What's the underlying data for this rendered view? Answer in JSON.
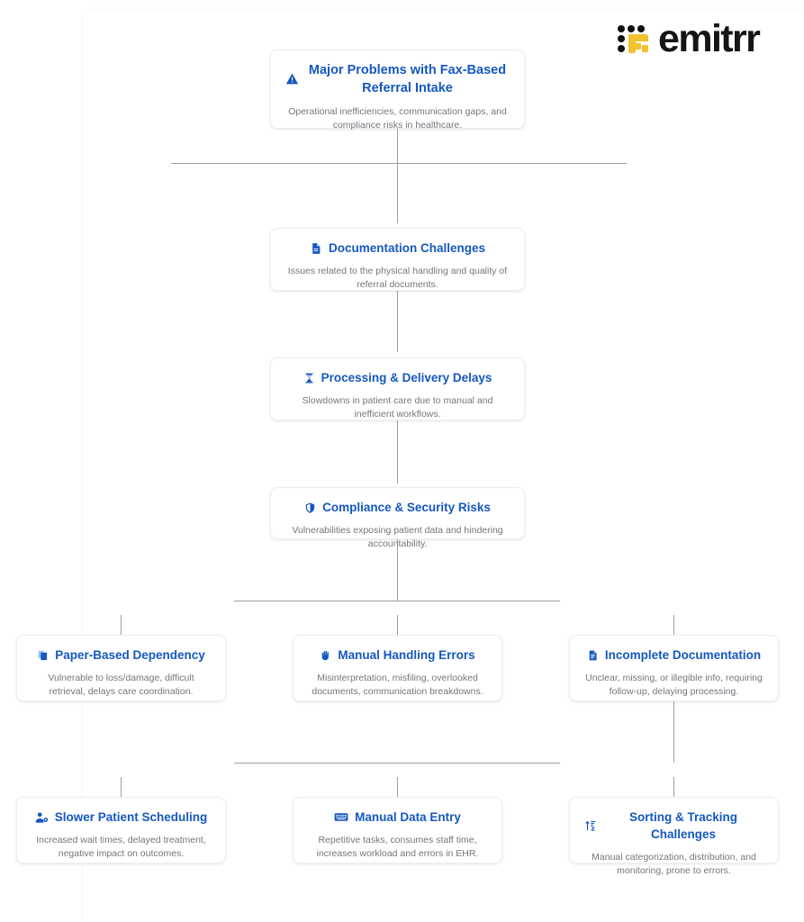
{
  "brand": {
    "name": "emitrr",
    "mark_dot_color": "#111111",
    "mark_accent_color": "#f2c230",
    "wordmark_color": "#151515"
  },
  "theme": {
    "title_color": "#1558c0",
    "desc_color": "#72777d",
    "card_bg": "#ffffff",
    "card_border": "#eceef1",
    "connector_color": "#9aa0a6",
    "page_bg": "#ffffff"
  },
  "diagram": {
    "type": "tree",
    "root": {
      "icon": "warning-triangle-icon",
      "title": "Major Problems with Fax-Based Referral Intake",
      "description": "Operational inefficiencies, communication gaps, and compliance risks in healthcare."
    },
    "chain": [
      {
        "icon": "document-icon",
        "title": "Documentation Challenges",
        "description": "Issues related to the physical handling and quality of referral documents."
      },
      {
        "icon": "hourglass-icon",
        "title": "Processing & Delivery Delays",
        "description": "Slowdowns in patient care due to manual and inefficient workflows."
      },
      {
        "icon": "shield-icon",
        "title": "Compliance & Security Risks",
        "description": "Vulnerabilities exposing patient data and hindering accountability."
      }
    ],
    "branch_rows": [
      {
        "cards": [
          {
            "icon": "copy-documents-icon",
            "title": "Paper-Based Dependency",
            "description": "Vulnerable to loss/damage, difficult retrieval, delays care coordination."
          },
          {
            "icon": "raised-hand-icon",
            "title": "Manual Handling Errors",
            "description": "Misinterpretation, misfiling, overlooked documents, communication breakdowns."
          },
          {
            "icon": "page-with-curl-icon",
            "title": "Incomplete Documentation",
            "description": "Unclear, missing, or illegible info, requiring follow-up, delaying processing."
          }
        ]
      },
      {
        "cards": [
          {
            "icon": "person-gear-icon",
            "title": "Slower Patient Scheduling",
            "description": "Increased wait times, delayed treatment, negative impact on outcomes."
          },
          {
            "icon": "keyboard-icon",
            "title": "Manual Data Entry",
            "description": "Repetitive tasks, consumes staff time, increases workload and errors in EHR."
          },
          {
            "icon": "sort-arrows-icon",
            "title": "Sorting & Tracking Challenges",
            "description": "Manual categorization, distribution, and monitoring, prone to errors."
          }
        ]
      }
    ]
  }
}
